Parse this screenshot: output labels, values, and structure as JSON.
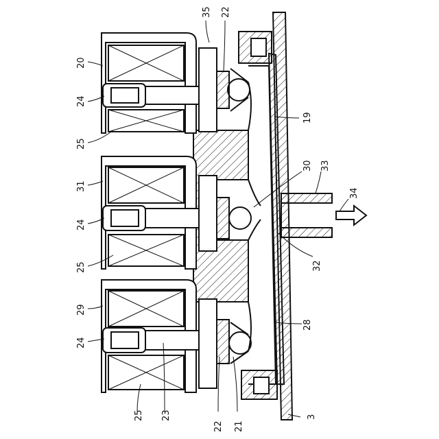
{
  "labels": {
    "l20": "20",
    "l24a": "24",
    "l25a": "25",
    "l31": "31",
    "l24b": "24",
    "l25b": "25",
    "l29": "29",
    "l24c": "24",
    "l25c": "25",
    "l23": "23",
    "l22b": "22",
    "l21": "21",
    "l3": "3",
    "l35": "35",
    "l22a": "22",
    "l19": "19",
    "l30": "30",
    "l33": "33",
    "l34": "34",
    "l32": "32",
    "l28": "28"
  }
}
